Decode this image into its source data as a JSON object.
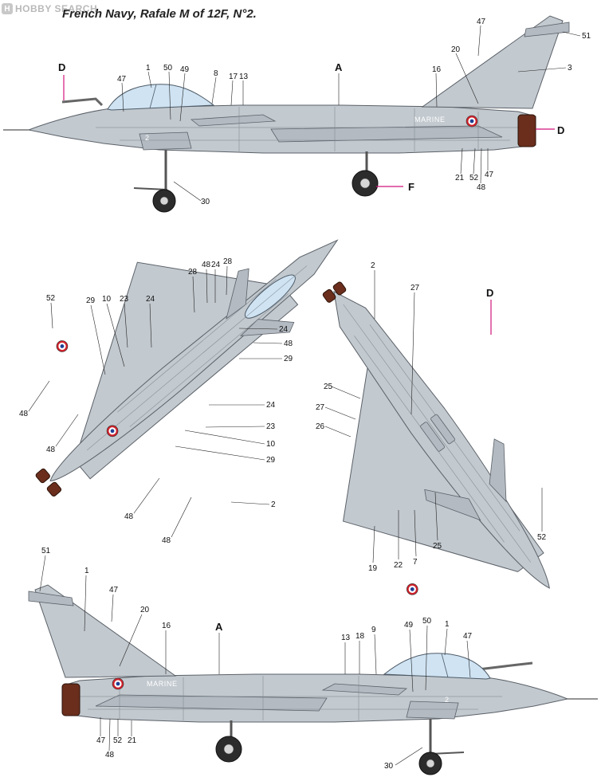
{
  "watermark": {
    "badge": "H",
    "text": "HOBBY SEARCH"
  },
  "title": "French Navy, Rafale M of 12F, N°2.",
  "marking_text": "MARINE",
  "tail_number": "2",
  "letters": {
    "A": "A",
    "D": "D",
    "F": "F"
  },
  "colors": {
    "skin": "#c2c9cf",
    "canopy": "#cfe3f3",
    "nozzle": "#6b2e1c",
    "roundel_red": "#d1202a",
    "roundel_blue": "#1f3f94",
    "arrow": "#d1157a"
  },
  "callouts": {
    "c1": "1",
    "c2": "2",
    "c3": "3",
    "c7": "7",
    "c8": "8",
    "c9": "9",
    "c10": "10",
    "c13": "13",
    "c16": "16",
    "c17": "17",
    "c18": "18",
    "c19": "19",
    "c20": "20",
    "c21": "21",
    "c22": "22",
    "c23": "23",
    "c24": "24",
    "c25": "25",
    "c26": "26",
    "c27": "27",
    "c28": "28",
    "c29": "29",
    "c30": "30",
    "c47": "47",
    "c48": "48",
    "c49": "49",
    "c50": "50",
    "c51": "51",
    "c52": "52"
  }
}
